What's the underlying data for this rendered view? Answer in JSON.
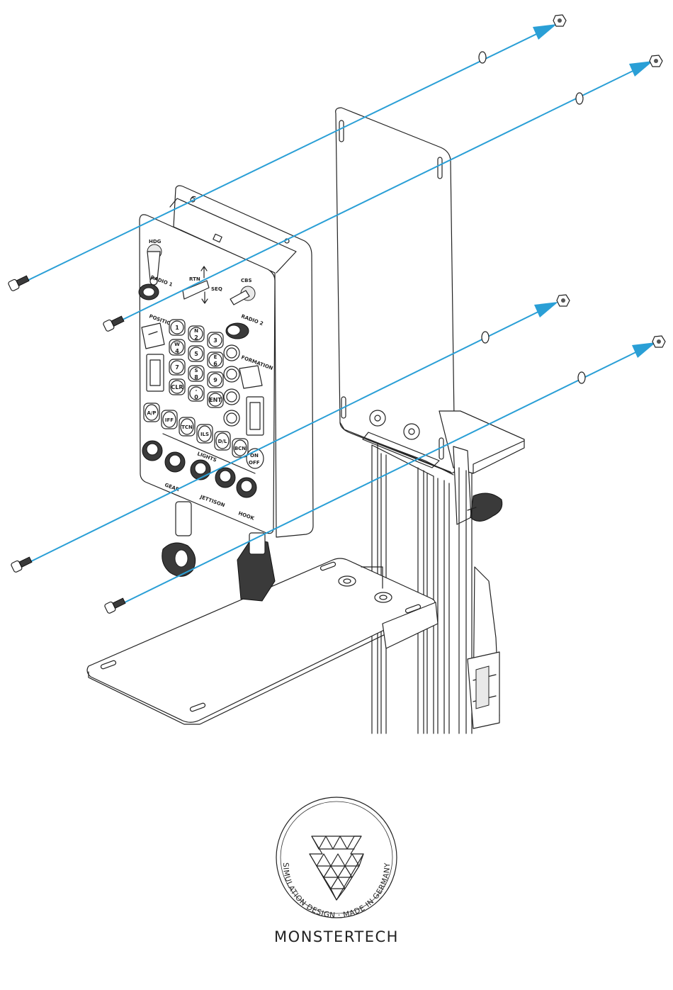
{
  "panel": {
    "labels": {
      "hdg": "HDG",
      "radio1": "RADIO 1",
      "rtn": "RTN",
      "seq": "SEQ",
      "cbs": "CBS",
      "radio2": "RADIO 2",
      "position": "POSITION",
      "formation": "FORMATION",
      "lights": "LIGHTS",
      "gear": "GEAR",
      "jettison": "JETTISON",
      "hook": "HOOK"
    },
    "keypad": [
      {
        "top": "",
        "main": "1"
      },
      {
        "top": "N",
        "main": "2"
      },
      {
        "top": "",
        "main": "3"
      },
      {
        "top": "W",
        "main": "4"
      },
      {
        "top": "",
        "main": "5"
      },
      {
        "top": "E",
        "main": "6"
      },
      {
        "top": "",
        "main": "7"
      },
      {
        "top": "S",
        "main": "8"
      },
      {
        "top": "",
        "main": "9"
      },
      {
        "top": "",
        "main": "CLR"
      },
      {
        "top": "-",
        "main": "0"
      },
      {
        "top": "",
        "main": "ENT"
      }
    ],
    "function_keys": [
      "A/P",
      "IFF",
      "TCN",
      "ILS",
      "D/L",
      "BCN"
    ],
    "on_off": {
      "on": "ON",
      "off": "OFF"
    }
  },
  "logo": {
    "ring_text": "SIMULATION DESIGN · MADE IN GERMANY",
    "brand": "MONSTERTECH"
  },
  "colors": {
    "arrow": "#2a9fd6",
    "line": "#222222"
  }
}
